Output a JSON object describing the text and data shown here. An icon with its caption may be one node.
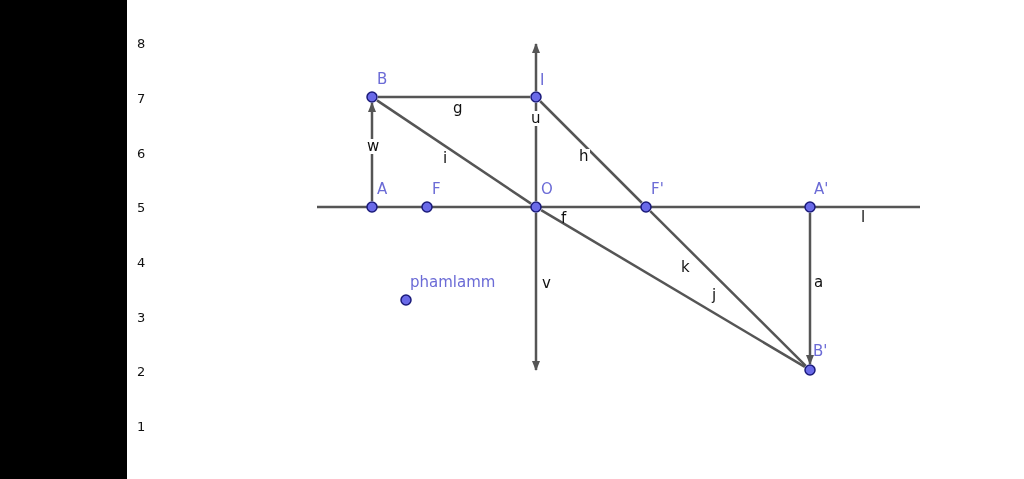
{
  "diagram": {
    "nodes": [
      {
        "text": [
          "B"
        ]
      },
      {
        "text": [
          "I"
        ]
      },
      {
        "text": [
          "A"
        ]
      },
      {
        "text": [
          "F"
        ]
      },
      {
        "text": [
          "O"
        ]
      },
      {
        "text": [
          "F'"
        ]
      },
      {
        "text": [
          "A'"
        ]
      },
      {
        "text": [
          "phamlamm"
        ]
      },
      {
        "text": [
          "B'"
        ]
      },
      {
        "text": [],
        "shape": "bar"
      }
    ],
    "edges": [
      {
        "from": 2,
        "to": 0,
        "arrow": "to",
        "label": "w"
      },
      {
        "from": 0,
        "to": 1,
        "arrow": "none",
        "label": "g"
      },
      {
        "from": 0,
        "to": 4,
        "arrow": "none",
        "label": "i"
      },
      {
        "from": 1,
        "to": null,
        "arrow": "to"
      },
      {
        "from": 1,
        "to": 5,
        "arrow": "none",
        "label": "h"
      },
      {
        "from": 4,
        "to": null,
        "arrow": "to",
        "label": "v"
      },
      {
        "from": 5,
        "to": 8,
        "arrow": "none",
        "label": "k"
      },
      {
        "from": 4,
        "to": 8,
        "arrow": "none",
        "label": "j"
      },
      {
        "from": 6,
        "to": 8,
        "arrow": "to",
        "label": "a"
      },
      {
        "from": 4,
        "to": 1,
        "arrow": "none",
        "label": "u"
      }
    ],
    "labels": [
      "8",
      "7",
      "6",
      "5",
      "4",
      "3",
      "2",
      "1",
      "f",
      "l"
    ]
  }
}
